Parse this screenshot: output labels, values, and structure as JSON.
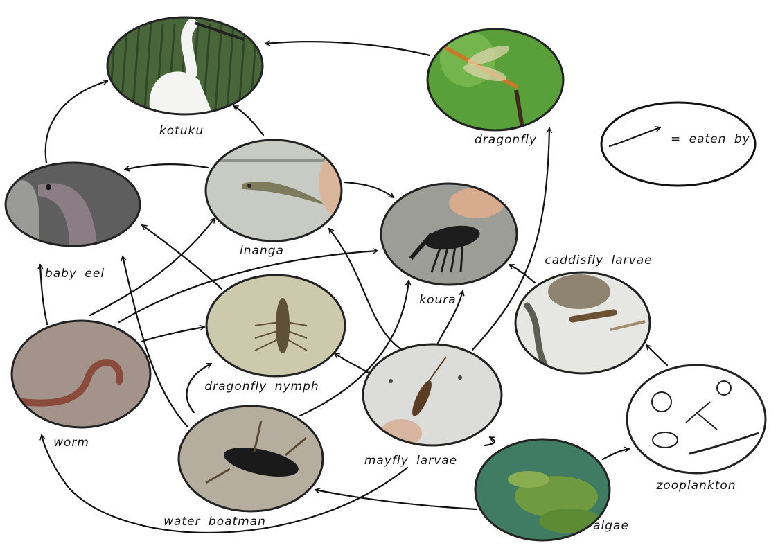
{
  "legend": {
    "text": "= eaten by"
  },
  "nodes": [
    {
      "id": "kotuku",
      "label": "kotuku",
      "icon": "heron-icon",
      "fill": "#5d7a45"
    },
    {
      "id": "dragonfly",
      "label": "dragonfly",
      "icon": "dragonfly-icon",
      "fill": "#5fa23a"
    },
    {
      "id": "inanga",
      "label": "inanga",
      "icon": "fish-icon",
      "fill": "#b9bdb6"
    },
    {
      "id": "baby_eel",
      "label": "baby eel",
      "icon": "eel-icon",
      "fill": "#6e6e6e"
    },
    {
      "id": "koura",
      "label": "koura",
      "icon": "crayfish-icon",
      "fill": "#9a9a94"
    },
    {
      "id": "caddisfly",
      "label": "caddisfly larvae",
      "icon": "larva-icon",
      "fill": "#cfcfc9"
    },
    {
      "id": "worm",
      "label": "worm",
      "icon": "worm-icon",
      "fill": "#a8968a"
    },
    {
      "id": "dragonfly_nymph",
      "label": "dragonfly nymph",
      "icon": "nymph-icon",
      "fill": "#c8c3a6"
    },
    {
      "id": "mayfly",
      "label": "mayfly larvae",
      "icon": "mayfly-icon",
      "fill": "#d8d8d6"
    },
    {
      "id": "zooplankton",
      "label": "zooplankton",
      "icon": "plankton-icon",
      "fill": "#ffffff"
    },
    {
      "id": "water_boatman",
      "label": "water boatman",
      "icon": "beetle-icon",
      "fill": "#b4ad9e"
    },
    {
      "id": "algae",
      "label": "algae",
      "icon": "algae-icon",
      "fill": "#4f8f68"
    }
  ],
  "edges": [
    {
      "from": "dragonfly",
      "to": "kotuku"
    },
    {
      "from": "baby_eel",
      "to": "kotuku"
    },
    {
      "from": "inanga",
      "to": "kotuku"
    },
    {
      "from": "inanga",
      "to": "baby_eel"
    },
    {
      "from": "inanga",
      "to": "koura"
    },
    {
      "from": "worm",
      "to": "baby_eel"
    },
    {
      "from": "worm",
      "to": "inanga"
    },
    {
      "from": "worm",
      "to": "koura"
    },
    {
      "from": "worm",
      "to": "dragonfly_nymph"
    },
    {
      "from": "dragonfly_nymph",
      "to": "baby_eel"
    },
    {
      "from": "water_boatman",
      "to": "baby_eel"
    },
    {
      "from": "water_boatman",
      "to": "dragonfly_nymph"
    },
    {
      "from": "water_boatman",
      "to": "koura"
    },
    {
      "from": "mayfly",
      "to": "dragonfly_nymph"
    },
    {
      "from": "mayfly",
      "to": "koura"
    },
    {
      "from": "mayfly",
      "to": "inanga"
    },
    {
      "from": "mayfly",
      "to": "dragonfly"
    },
    {
      "from": "caddisfly",
      "to": "koura"
    },
    {
      "from": "zooplankton",
      "to": "caddisfly"
    },
    {
      "from": "algae",
      "to": "zooplankton"
    },
    {
      "from": "algae",
      "to": "mayfly"
    },
    {
      "from": "algae",
      "to": "water_boatman"
    },
    {
      "from": "mayfly",
      "to": "worm"
    }
  ]
}
